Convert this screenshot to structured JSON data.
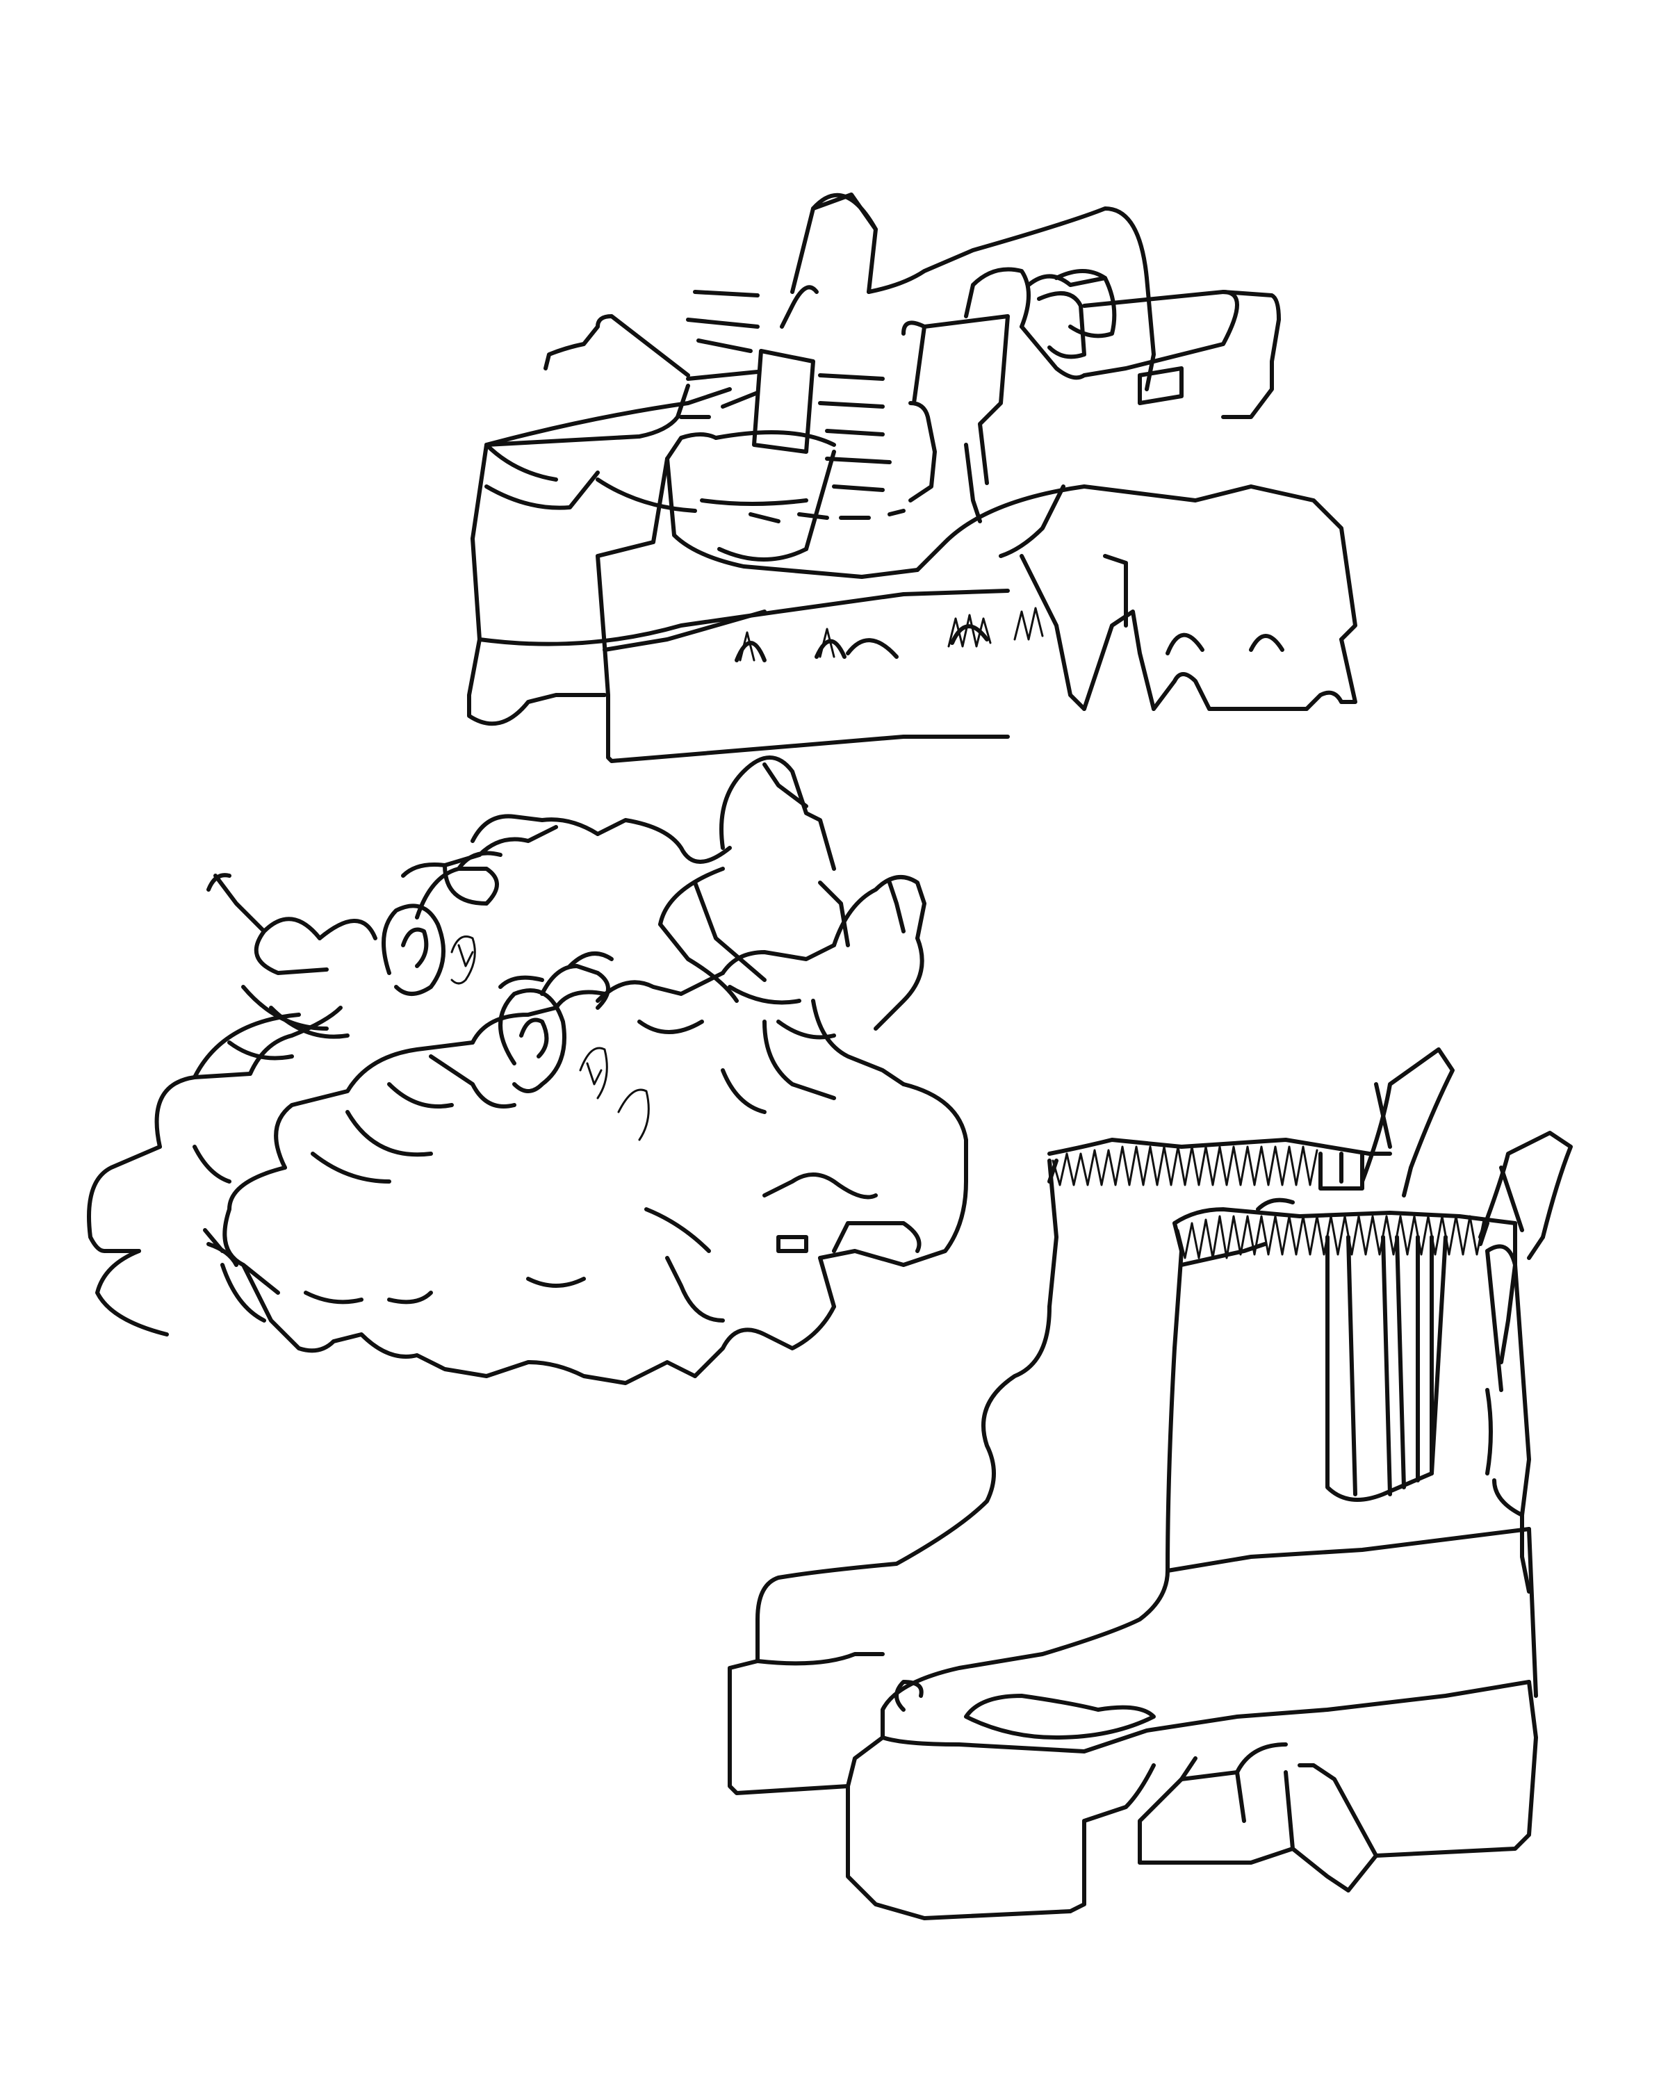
{
  "background_color": "#ffffff",
  "ink_color": "#111111",
  "drawings": [
    {
      "name": "platform-loafers-pair"
    },
    {
      "name": "chunky-sneakers-pair"
    },
    {
      "name": "platform-chelsea-boots-pair"
    }
  ]
}
